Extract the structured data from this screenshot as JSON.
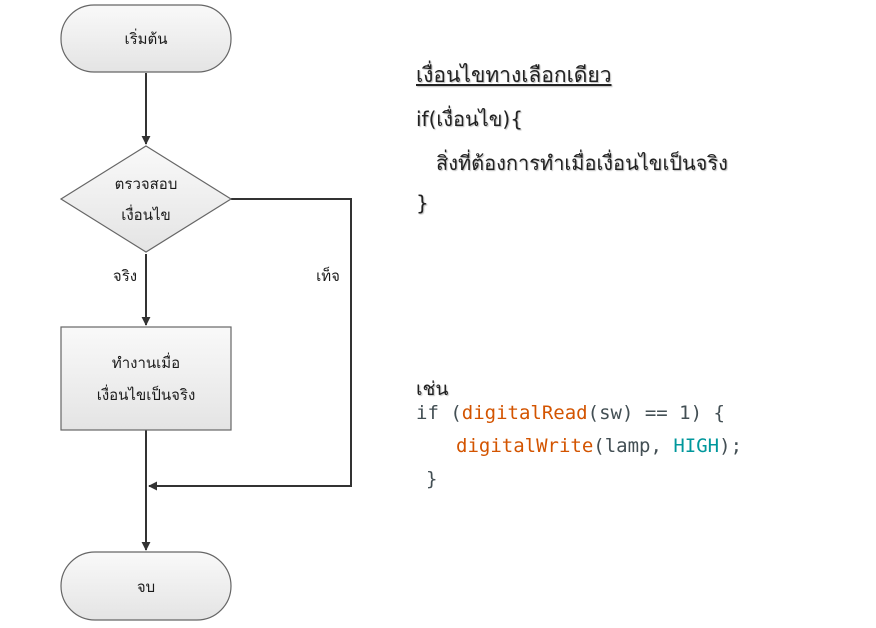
{
  "flowchart": {
    "start": "เริ่มต้น",
    "decision": [
      "ตรวจสอบ",
      "เงื่อนไข"
    ],
    "true_label": "จริง",
    "false_label": "เท็จ",
    "process": [
      "ทำงานเมื่อ",
      "เงื่อนไขเป็นจริง"
    ],
    "end": "จบ"
  },
  "description": {
    "heading": "เงื่อนไขทางเลือกเดียว",
    "syntax": [
      "if(เงื่อนไข){",
      "สิ่งที่ต้องการทำเมื่อเงื่อนไขเป็นจริง",
      "}"
    ]
  },
  "example": {
    "label": "เช่น",
    "code": {
      "if_kw": "if",
      "open_paren": " (",
      "read_fn": "digitalRead",
      "read_args": "(sw) == 1) {",
      "write_fn": "digitalWrite",
      "write_args_a": "(lamp, ",
      "high_const": "HIGH",
      "write_args_b": ");",
      "close_brace": "}"
    }
  },
  "colors": {
    "shape_fill": "#efefef",
    "shape_stroke": "#666666",
    "line": "#333333",
    "code_text": "#434f54",
    "code_function": "#d35400",
    "code_constant": "#00979c"
  }
}
